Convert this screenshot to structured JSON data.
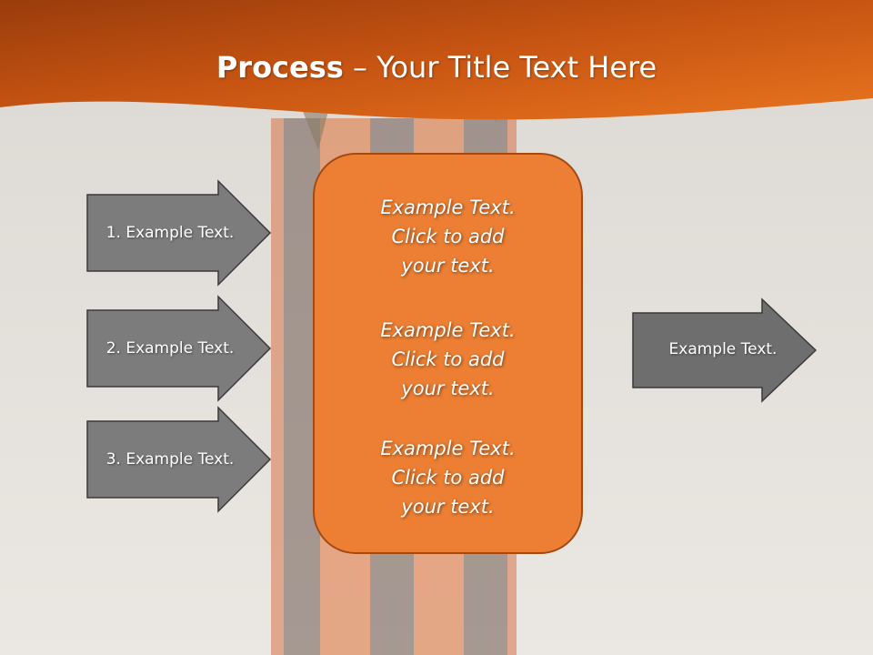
{
  "title": {
    "bold": "Process",
    "rest": " – Your Title Text Here"
  },
  "left_arrows": [
    {
      "label": "1. Example Text."
    },
    {
      "label": "2. Example Text."
    },
    {
      "label": "3. Example Text."
    }
  ],
  "center_box": {
    "blocks": [
      {
        "lines": [
          "Example Text.",
          "Click  to add",
          "your text."
        ]
      },
      {
        "lines": [
          "Example Text.",
          "Click  to add",
          "your text."
        ]
      },
      {
        "lines": [
          "Example Text.",
          "Click  to add",
          "your text."
        ]
      }
    ]
  },
  "right_arrow": {
    "label": "Example Text."
  },
  "colors": {
    "header_orange": "#e06a1e",
    "header_dark": "#a8420f",
    "box_fill": "#ec7f33",
    "box_border": "#a34a12",
    "arrow_fill": "#7a7a7a",
    "arrow_border": "#3a3a3a",
    "background": "#e6e2dd"
  }
}
